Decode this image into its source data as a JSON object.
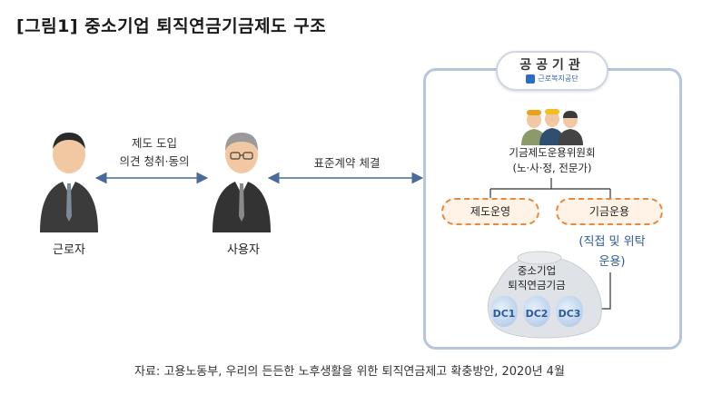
{
  "title": "[그림1] 중소기업 퇴직연금기금제도 구조",
  "people": {
    "worker": "근로자",
    "employer": "사용자"
  },
  "arrows": {
    "left_line1": "제도 도입",
    "left_line2": "의견 청취·동의",
    "right": "표준계약 체결"
  },
  "org": {
    "title": "공공기관",
    "logo_text": "근로복지공단",
    "committee_line1": "기금제도운용위원회",
    "committee_line2": "(노·사·정, 전문가)",
    "pill_left": "제도운영",
    "pill_right": "기금운용",
    "direct_line1": "(직접 및 위탁",
    "direct_line2": "운용)",
    "fund_line1": "중소기업",
    "fund_line2": "퇴직연금기금",
    "dc": [
      "DC1",
      "DC2",
      "DC3"
    ]
  },
  "caption": "자료: 고용노동부, 우리의 든든한 노후생활을 위한 퇴직연금제고 확충방안, 2020년 4월",
  "colors": {
    "arrow": "#4a6a9a",
    "org_border": "#b7c6dc",
    "pill_border": "#e8893c",
    "pill_fill": "#fff3e8",
    "direct_text": "#2d5a9e"
  }
}
